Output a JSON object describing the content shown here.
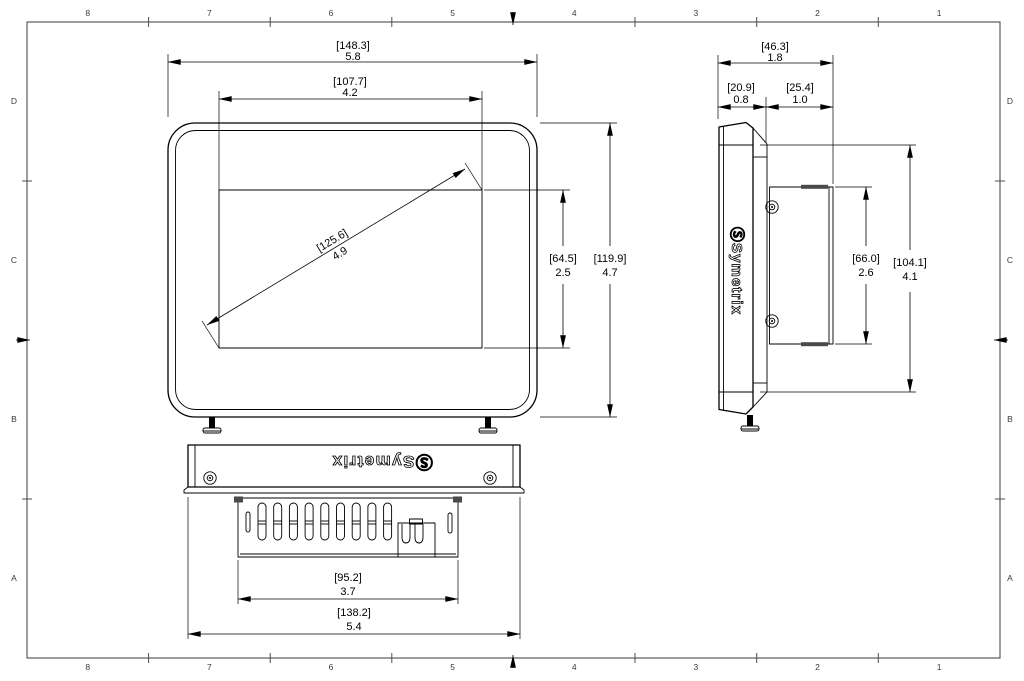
{
  "sheet": {
    "cols": [
      "8",
      "7",
      "6",
      "5",
      "4",
      "3",
      "2",
      "1"
    ],
    "rows": [
      "D",
      "C",
      "B",
      "A"
    ]
  },
  "brand": {
    "logo_mark_glyph": "Ⓢ",
    "logo_text": "Symetrix"
  },
  "dims": {
    "front_width": {
      "mm": "[148.3]",
      "inch": "5.8"
    },
    "screen_width": {
      "mm": "[107.7]",
      "inch": "4.2"
    },
    "screen_diag": {
      "mm": "[125.6]",
      "inch": "4.9"
    },
    "screen_height": {
      "mm": "[64.5]",
      "inch": "2.5"
    },
    "front_height": {
      "mm": "[119.9]",
      "inch": "4.7"
    },
    "depth_total": {
      "mm": "[46.3]",
      "inch": "1.8"
    },
    "depth_front": {
      "mm": "[20.9]",
      "inch": "0.8"
    },
    "depth_rear": {
      "mm": "[25.4]",
      "inch": "1.0"
    },
    "rear_box_height": {
      "mm": "[66.0]",
      "inch": "2.6"
    },
    "mount_height": {
      "mm": "[104.1]",
      "inch": "4.1"
    },
    "rear_box_width": {
      "mm": "[95.2]",
      "inch": "3.7"
    },
    "body_width": {
      "mm": "[138.2]",
      "inch": "5.4"
    }
  },
  "colors": {
    "paper": "#ffffff",
    "ink": "#000000",
    "frame": "#4d4d4d",
    "label": "#3a3a3a"
  }
}
